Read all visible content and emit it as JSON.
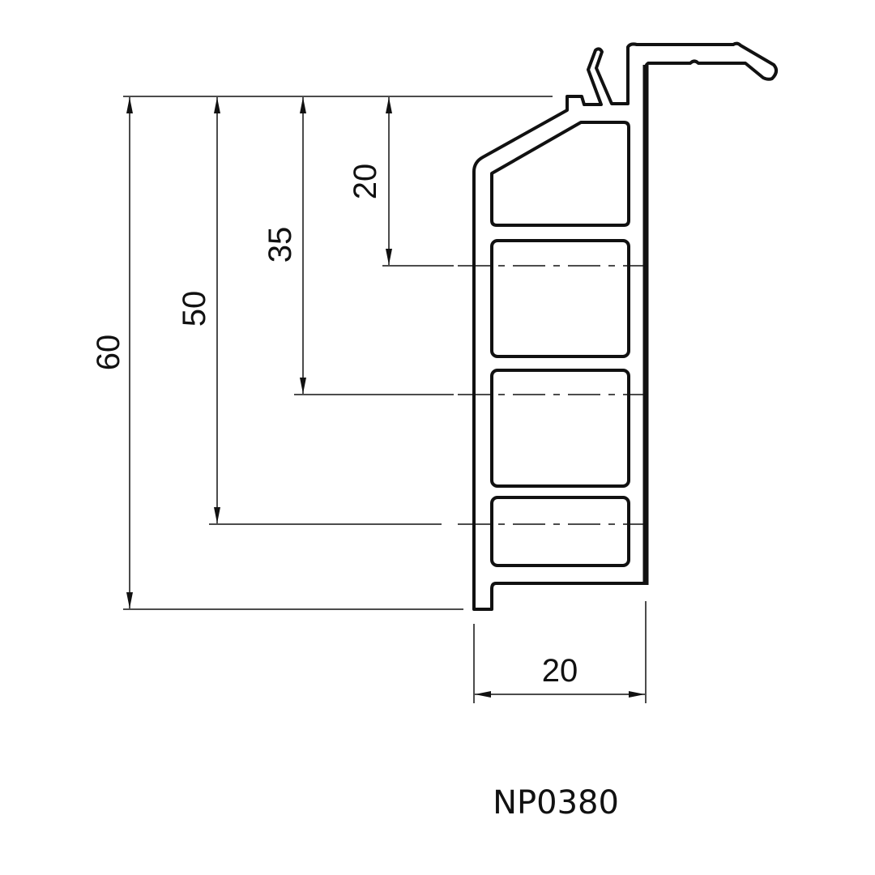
{
  "drawing": {
    "part_code": "NP0380",
    "dimensions": {
      "height_total": "60",
      "height_third_chamber": "50",
      "height_second_chamber": "35",
      "height_first_chamber": "20",
      "width": "20"
    },
    "line_color": "#111111",
    "background": "#ffffff"
  }
}
